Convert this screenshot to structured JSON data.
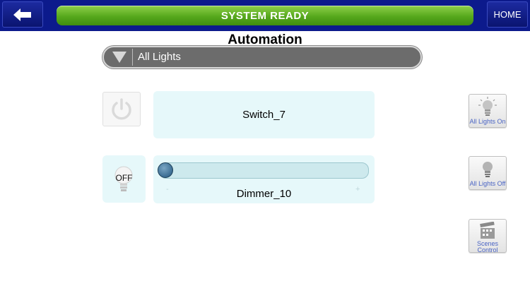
{
  "header": {
    "back_icon": "arrow-left-icon",
    "status": "SYSTEM READY",
    "home_label": "HOME",
    "status_color": "#56a81c",
    "bar_color": "#0c1a8c"
  },
  "page": {
    "title": "Automation"
  },
  "room_select": {
    "selected": "All Lights",
    "arrow_icon": "triangle-down-icon"
  },
  "devices": {
    "switch": {
      "name": "Switch_7",
      "power_icon": "power-icon"
    },
    "dimmer": {
      "name": "Dimmer_10",
      "state": "OFF",
      "level": 0,
      "minus": "-",
      "plus": "+",
      "bulb_icon": "lightbulb-icon"
    }
  },
  "side_actions": {
    "all_on": "All Lights On",
    "all_off": "All Lights Off",
    "scenes": "Scenes Control"
  }
}
